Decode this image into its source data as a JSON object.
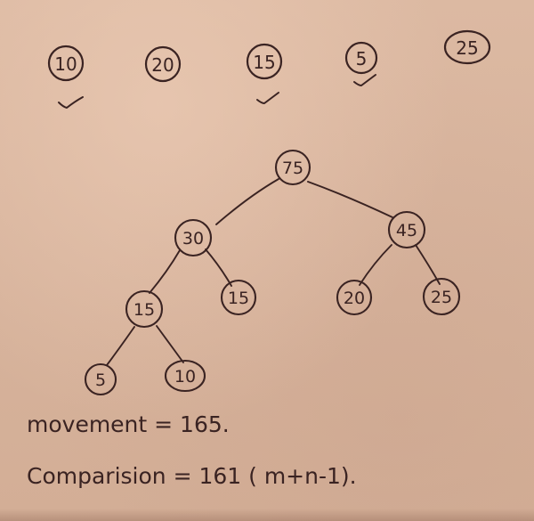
{
  "colors": {
    "paper": "#d7b49e",
    "ink": "#3a2322"
  },
  "input_list": [
    "10",
    "20",
    "15",
    "5",
    "25"
  ],
  "input_checked": [
    true,
    false,
    true,
    true,
    false
  ],
  "tree": {
    "root": "75",
    "left": "30",
    "right": "45",
    "left_left": "15",
    "left_right": "15",
    "right_left": "20",
    "right_right": "25",
    "left_left_left": "5",
    "left_left_right": "10"
  },
  "results": {
    "movement": "movement = 165.",
    "comparison": "Comparision = 161 ( m+n-1)."
  }
}
